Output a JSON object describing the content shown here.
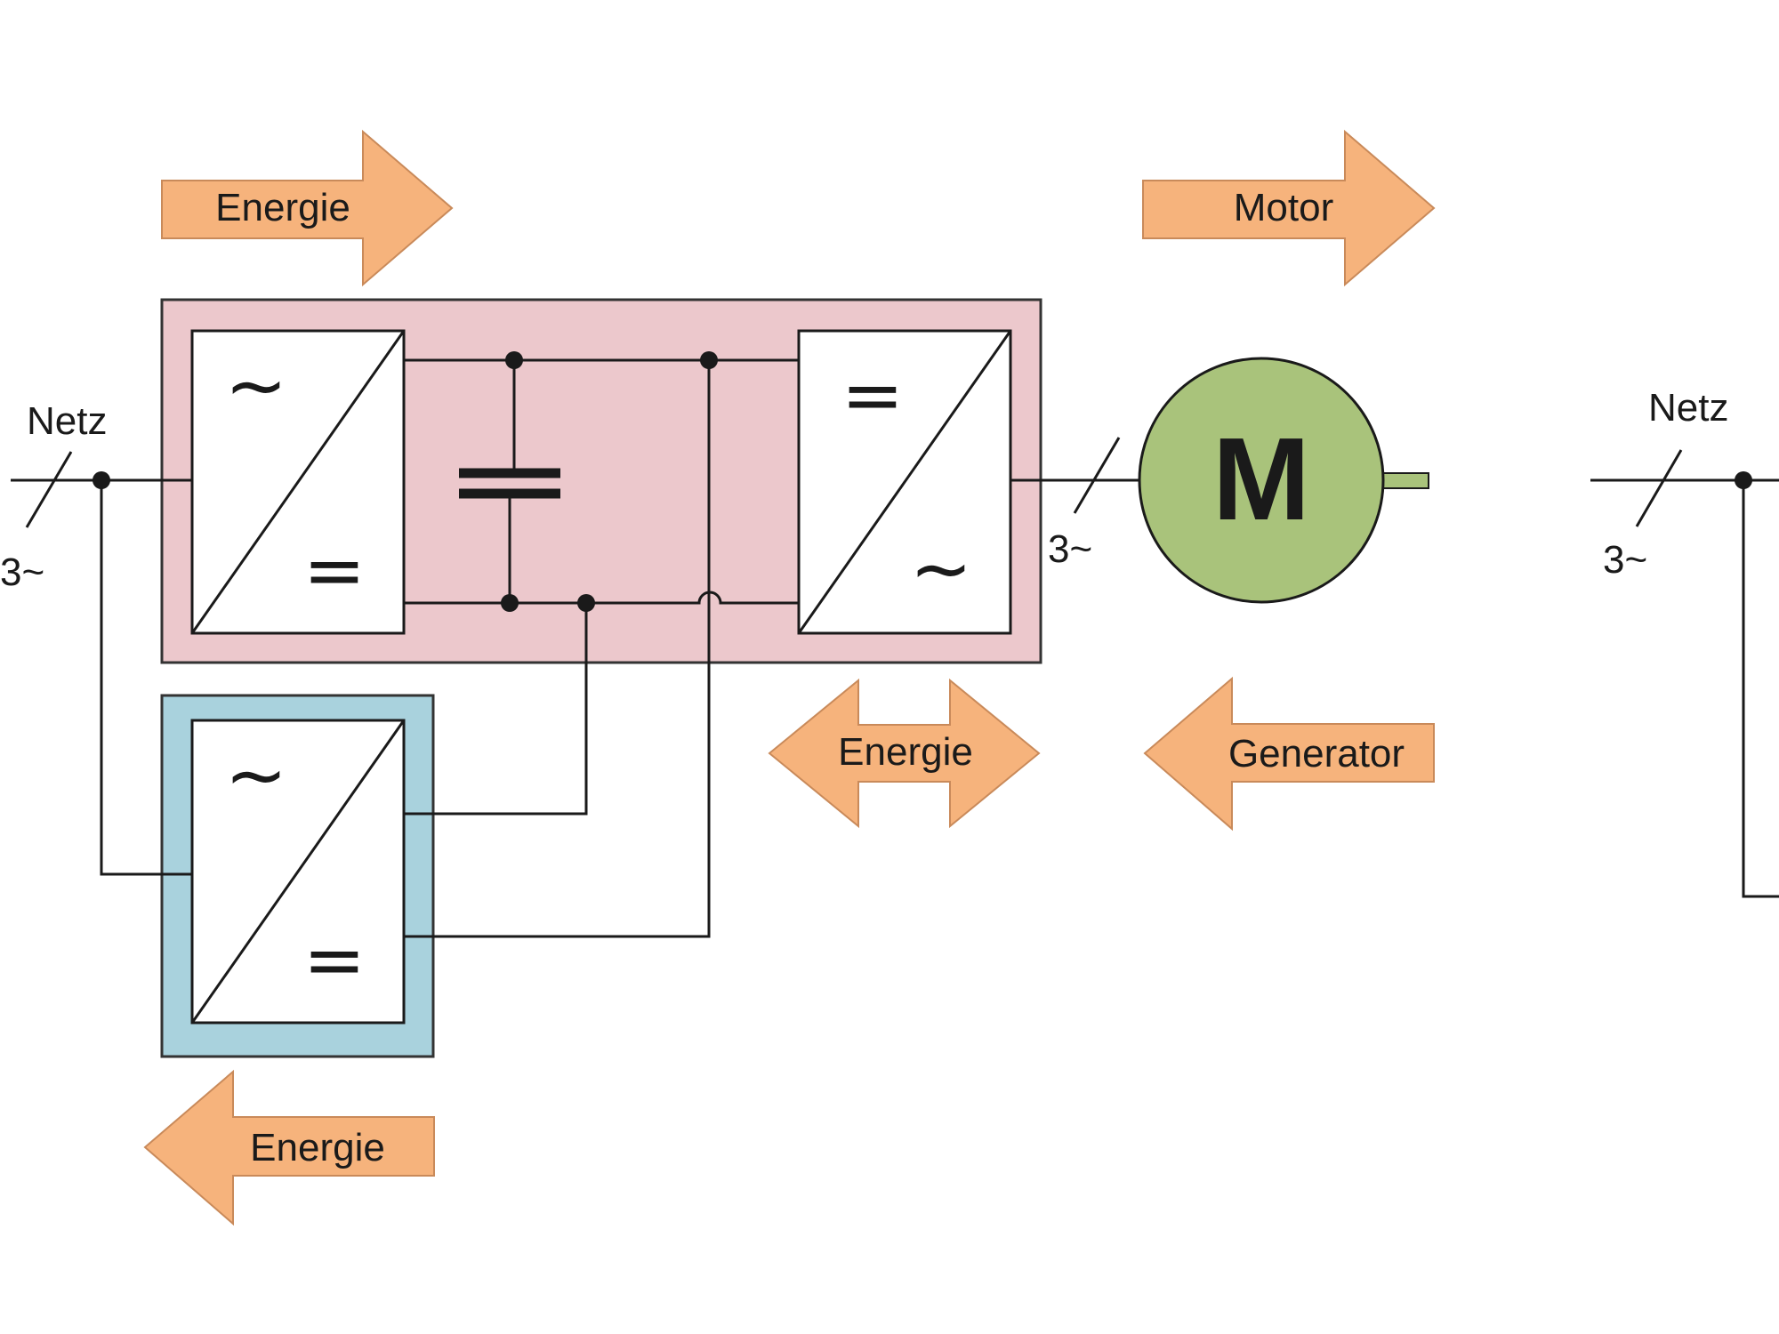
{
  "labels": {
    "netz_left": "Netz",
    "phase_left": "3~",
    "phase_motor": "3~",
    "netz_right": "Netz",
    "phase_right": "3~",
    "motor_letter": "M"
  },
  "arrows": {
    "energy_top": "Energie",
    "motor": "Motor",
    "energy_middle": "Energie",
    "generator": "Generator",
    "energy_bottom": "Energie"
  },
  "converter_symbols": {
    "ac": "~",
    "dc": "="
  },
  "colors": {
    "arrow_fill": "#f6b37c",
    "arrow_stroke": "#c98a5a",
    "converter_box": "#ecc8cc",
    "feedback_box": "#a9d2dd",
    "motor_fill": "#a9c37b",
    "wire": "#1a1a1a"
  }
}
